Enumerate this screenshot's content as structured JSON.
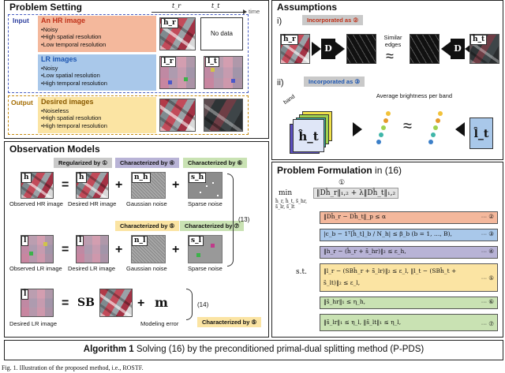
{
  "problem_setting": {
    "title": "Problem Setting",
    "time_label": "time",
    "t_r": "t_r",
    "t_t": "t_t",
    "input_label": "Input",
    "output_label": "Output",
    "hr": {
      "title": "An HR image",
      "lines": [
        "•Noisy",
        "•High spatial resolution",
        "•Low temporal resolution"
      ],
      "symbol": "h_r",
      "no_data": "No data"
    },
    "lr": {
      "title": "LR images",
      "lines": [
        "•Noisy",
        "•Low spatial resolution",
        "•High temporal resolution"
      ],
      "symbol_r": "l_r",
      "symbol_t": "l_t"
    },
    "desired": {
      "title": "Desired  images",
      "lines": [
        "•Noiseless",
        "•High spatial resolution",
        "•High temporal resolution"
      ]
    }
  },
  "assumptions": {
    "title": "Assumptions",
    "i_label": "i)",
    "ii_label": "ii)",
    "inc2": "Incorporated as ②",
    "inc3": "Incorporated as ③",
    "similar_edges": "Similar edges",
    "approx": "≈",
    "d_label": "D",
    "h_hat_r": "ĥ_r",
    "h_hat_t": "ĥ_t",
    "band_label": "band",
    "avg_brightness": "Average brightness per band",
    "big_h_hat": "ĥ_t",
    "l_hat_t": "l̂_t"
  },
  "observation": {
    "title": "Observation Models",
    "regularized": "Regularized by ①",
    "char4": "Characterized by ④",
    "char6": "Characterized by ⑥",
    "char5": "Characterized by ⑤",
    "char7": "Characterized by ⑦",
    "char5b": "Characterized by ⑤",
    "eq_ref13": "(13)",
    "eq_ref14": "(14)",
    "row1": {
      "obs": "Observed HR image",
      "des": "Desired HR image",
      "noise": "Gaussian noise",
      "sparse": "Sparse noise",
      "s_h": "h",
      "s_hh": "ĥ",
      "s_n": "n_h",
      "s_s": "s_h"
    },
    "row2": {
      "obs": "Observed LR image",
      "des": "Desired LR image",
      "noise": "Gaussian noise",
      "sparse": "Sparse noise",
      "s_l": "l",
      "s_lh": "l̂",
      "s_n": "n_l",
      "s_s": "s_l"
    },
    "row3": {
      "des": "Desired LR image",
      "sb": "SB",
      "err": "Modeling error",
      "m": "m",
      "s_lh": "l̂"
    },
    "eq": "=",
    "plus": "+"
  },
  "formulation": {
    "title_bold": "Problem Formulation",
    "title_rest": " in (16)",
    "circ1": "①",
    "objective": "‖Dĥ_r‖₁,₂ + λ‖Dĥ_t‖₁,₂",
    "min": "min",
    "min_vars": "ĥ_r, ĥ_t, s̃_hr, s̃_lr, s̃_lt",
    "st": "s.t.",
    "constraints": [
      {
        "expr": "‖Dĥ_r − Dĥ_t‖_p ≤ α",
        "num": "··· ②"
      },
      {
        "expr": "|c_b − 1ᵀ[ĥ_t]_b / N_h| ≤ β_b (b = 1, …, B),",
        "num": "··· ③"
      },
      {
        "expr": "‖h_r − (ĥ_r + s̃_hr)‖₂ ≤ ε_h,",
        "num": "··· ④"
      },
      {
        "expr": "‖l_r − (SBĥ_r + s̃_lr)‖₂ ≤ ε_l,   ‖l_t − (SBĥ_t + s̃_lt)‖₂ ≤ ε_l,",
        "num": "··· ⑤"
      },
      {
        "expr": "‖s̃_hr‖₁ ≤ η_h,",
        "num": "··· ⑥"
      },
      {
        "expr": "‖s̃_lr‖₁ ≤ η_l,   ‖s̃_lt‖₁ ≤ η_l,",
        "num": "··· ⑦"
      }
    ]
  },
  "algorithm": {
    "bold": "Algorithm 1",
    "rest": " Solving (16) by the preconditioned primal-dual splitting method (P-PDS)"
  },
  "caption": "Fig. 1.  Illustration of the proposed method, i.e., ROSTF.",
  "colors": {
    "orange": "#f4b89c",
    "blue": "#a9c8ea",
    "yellow": "#fbe4a3",
    "green": "#c9e2b3",
    "gray": "#c9c9c9",
    "purple": "#b8b3d6",
    "red": "#d04a2a"
  }
}
